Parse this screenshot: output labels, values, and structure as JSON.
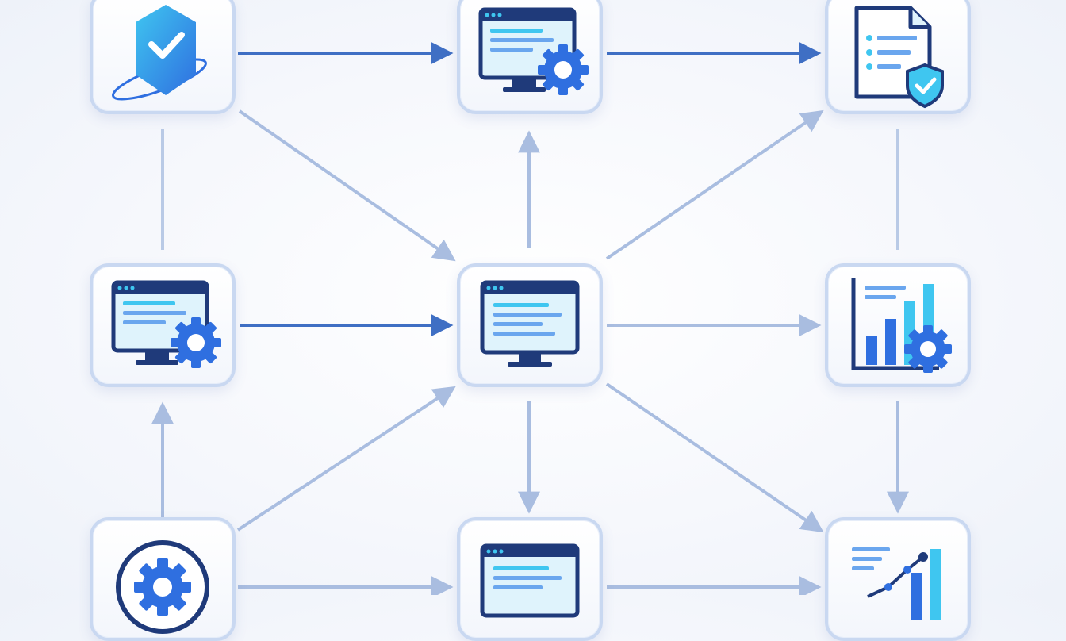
{
  "diagram": {
    "nodes": [
      {
        "id": "n1",
        "icon": "shield-check-icon"
      },
      {
        "id": "n2",
        "icon": "monitor-gear-icon"
      },
      {
        "id": "n3",
        "icon": "document-shield-icon"
      },
      {
        "id": "n4",
        "icon": "monitor-gear-icon"
      },
      {
        "id": "n5",
        "icon": "monitor-icon"
      },
      {
        "id": "n6",
        "icon": "bar-chart-gear-icon"
      },
      {
        "id": "n7",
        "icon": "gear-circle-icon"
      },
      {
        "id": "n8",
        "icon": "monitor-icon"
      },
      {
        "id": "n9",
        "icon": "trend-chart-icon"
      }
    ],
    "edges": [
      {
        "from": "n1",
        "to": "n2"
      },
      {
        "from": "n2",
        "to": "n3"
      },
      {
        "from": "n1",
        "to": "n5"
      },
      {
        "from": "n5",
        "to": "n2"
      },
      {
        "from": "n5",
        "to": "n3"
      },
      {
        "from": "n4",
        "to": "n5"
      },
      {
        "from": "n5",
        "to": "n6"
      },
      {
        "from": "n7",
        "to": "n4"
      },
      {
        "from": "n7",
        "to": "n5"
      },
      {
        "from": "n5",
        "to": "n8"
      },
      {
        "from": "n5",
        "to": "n9"
      },
      {
        "from": "n6",
        "to": "n9"
      },
      {
        "from": "n7",
        "to": "n8"
      },
      {
        "from": "n8",
        "to": "n9"
      }
    ],
    "colors": {
      "edge_strong": "#3f6fc4",
      "edge_soft": "#a9bde0",
      "node_border": "#c9d8f1",
      "icon_dark": "#1f3a7a",
      "icon_blue": "#2f6fe0",
      "icon_cyan": "#3fc6f0",
      "icon_light": "#dff3fc"
    }
  }
}
